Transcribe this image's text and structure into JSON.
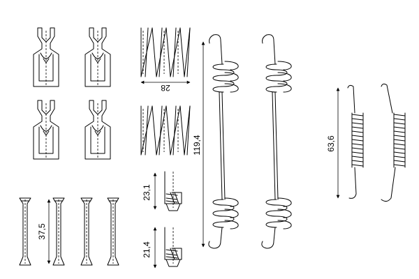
{
  "dimensions": {
    "retainer_spring_width": "28",
    "long_spring_length": "119,4",
    "short_spring_length": "63,6",
    "spring_a_height": "23,1",
    "spring_b_height": "21,4",
    "pin_length": "37,5"
  },
  "colors": {
    "line": "#000000",
    "background": "#ffffff"
  }
}
